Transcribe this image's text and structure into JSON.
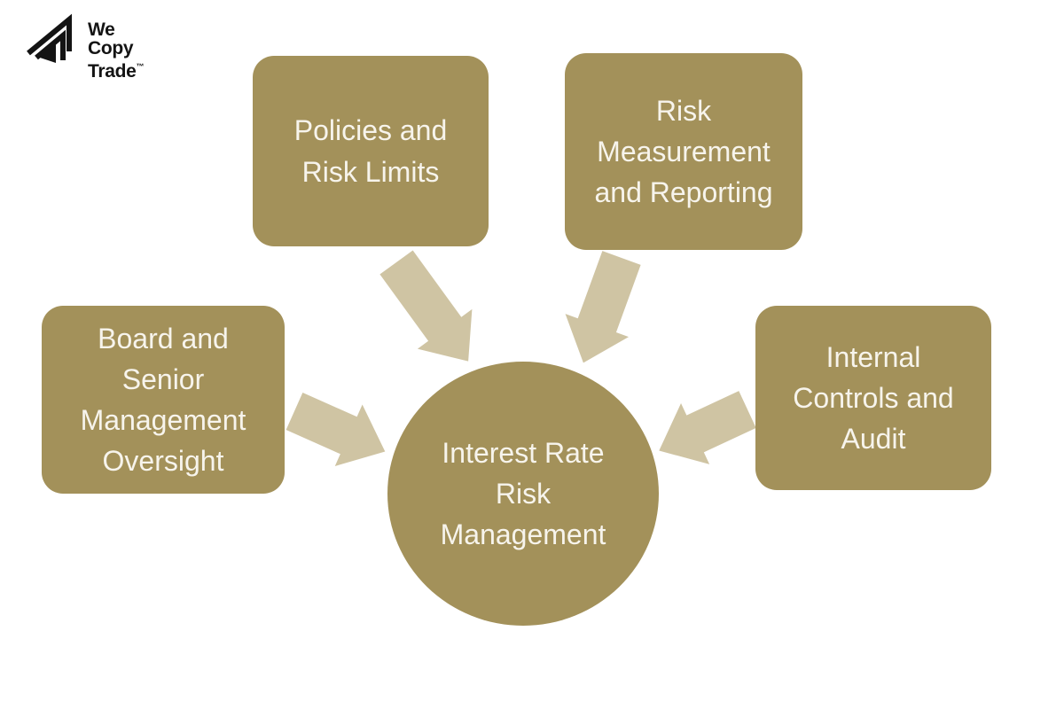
{
  "logo": {
    "line1": "We",
    "line2": "Copy",
    "line3": "Trade",
    "tm": "™"
  },
  "diagram": {
    "center": {
      "label": "Interest Rate\nRisk\nManagement"
    },
    "nodes": {
      "policies": {
        "label": "Policies and\nRisk Limits"
      },
      "measurement": {
        "label": "Risk\nMeasurement\nand Reporting"
      },
      "board": {
        "label": "Board and\nSenior\nManagement\nOversight"
      },
      "controls": {
        "label": "Internal\nControls and\nAudit"
      }
    }
  },
  "theme": {
    "node_fill": "#a3915a",
    "arrow_fill": "#cfc4a3",
    "node_text": "#f7f4ec",
    "logo_color": "#141414",
    "background": "#ffffff"
  }
}
